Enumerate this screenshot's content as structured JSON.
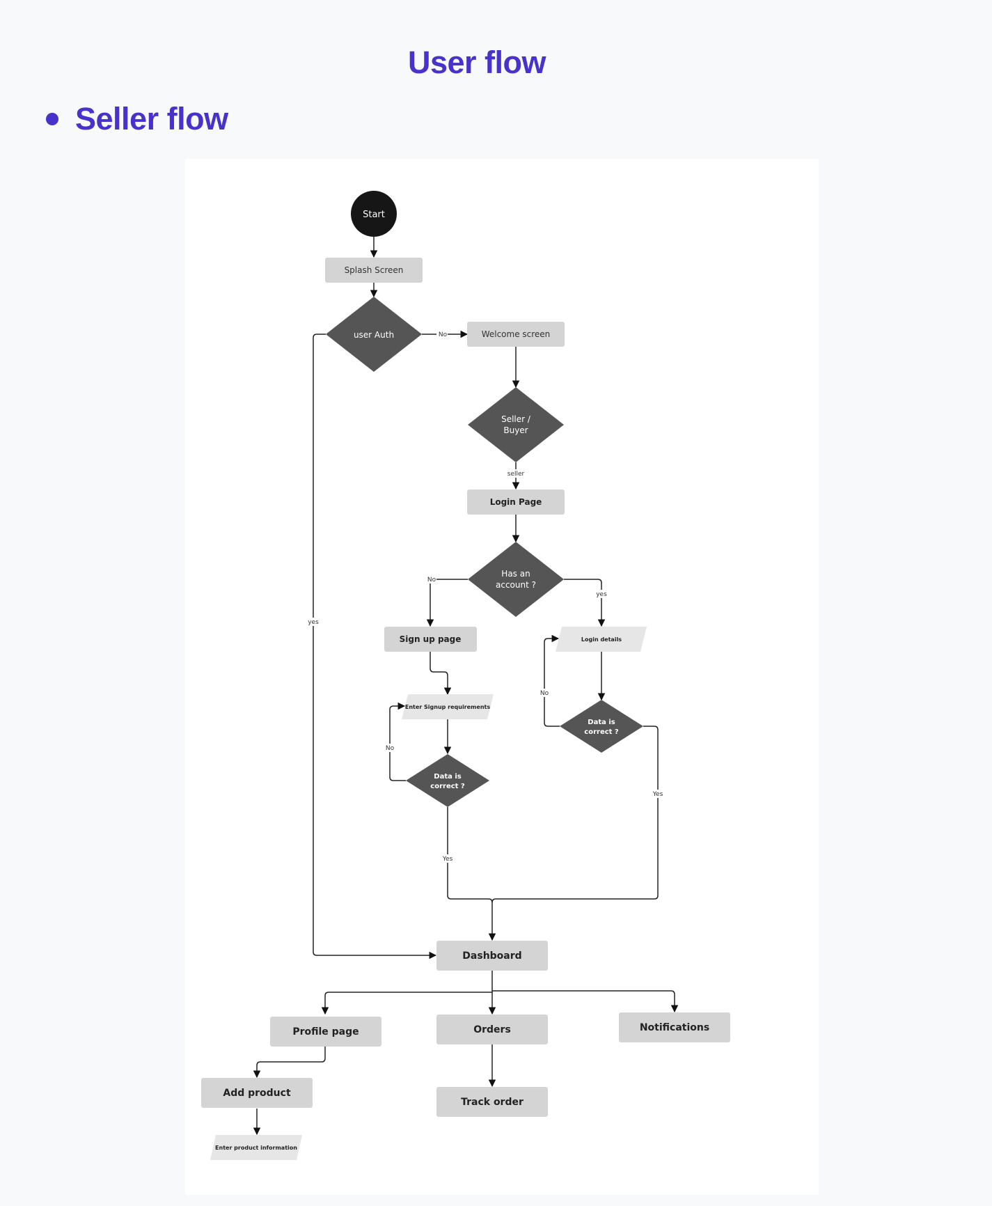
{
  "page": {
    "title": "User flow",
    "section_title": "Seller flow"
  },
  "diagram": {
    "nodes": {
      "start": "Start",
      "splash": "Splash Screen",
      "user_auth": "user Auth",
      "welcome": "Welcome screen",
      "seller_buyer_line1": "Seller /",
      "seller_buyer_line2": "Buyer",
      "login_page": "Login Page",
      "has_account_line1": "Has an",
      "has_account_line2": "account ?",
      "signup_page": "Sign up page",
      "login_details": "Login details",
      "enter_signup": "Enter Signup requirements",
      "data_correct_line1": "Data is",
      "data_correct_line2": "correct ?",
      "dashboard": "Dashboard",
      "profile": "Profile page",
      "orders": "Orders",
      "notifications": "Notifications",
      "add_product": "Add product",
      "track_order": "Track order",
      "enter_product_info": "Enter product information"
    },
    "edge_labels": {
      "no": "No",
      "yes_lower": "yes",
      "yes_upper": "Yes",
      "seller": "seller"
    },
    "colors": {
      "accent": "#4733cc",
      "process_box": "#d4d4d4",
      "io_box": "#e6e6e6",
      "decision": "#555555",
      "start": "#161616"
    }
  }
}
